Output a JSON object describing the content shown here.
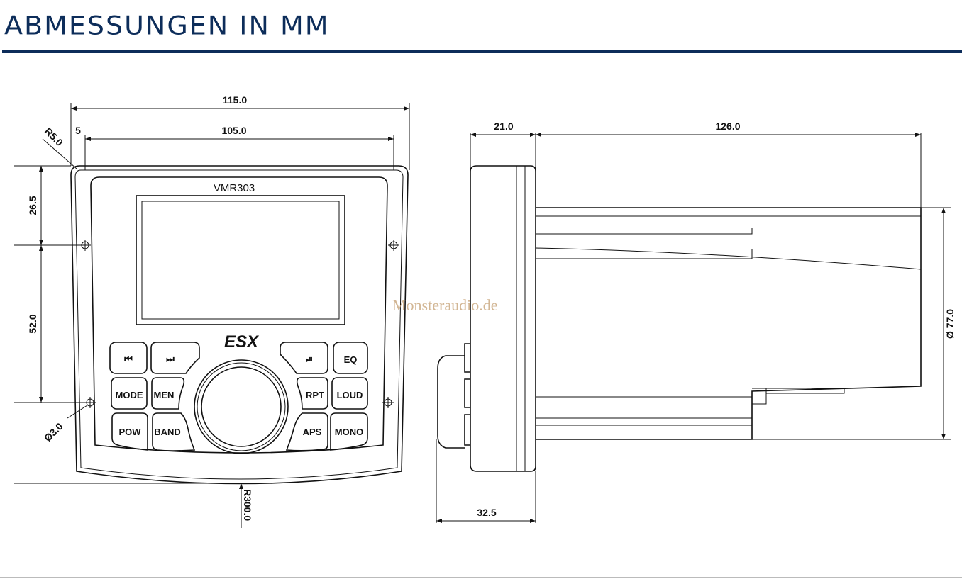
{
  "title": "ABMESSUNGEN IN MM",
  "front": {
    "model": "VMR303",
    "logo": "ESX",
    "buttons": {
      "prev": "prev-track",
      "next": "next-track",
      "play": "play-pause",
      "eq": "EQ",
      "mode": "MODE",
      "men": "MEN",
      "rpt": "RPT",
      "loud": "LOUD",
      "pow": "POW",
      "band": "BAND",
      "aps": "APS",
      "mono": "MONO"
    },
    "dims": {
      "total_width": "115.0",
      "inner_width": "105.0",
      "offset": "5",
      "corner_radius": "R5.0",
      "top_to_hole": "26.5",
      "hole_spacing": "52.0",
      "hole_diameter": "Ø3.0",
      "bottom_radius": "R300.0"
    }
  },
  "side": {
    "dims": {
      "front_depth": "21.0",
      "body_depth": "126.0",
      "body_diameter": "Ø 77.0",
      "knob_depth": "32.5"
    }
  },
  "watermark": "Monsteraudio.de",
  "colors": {
    "accent": "#0d2d5a"
  }
}
